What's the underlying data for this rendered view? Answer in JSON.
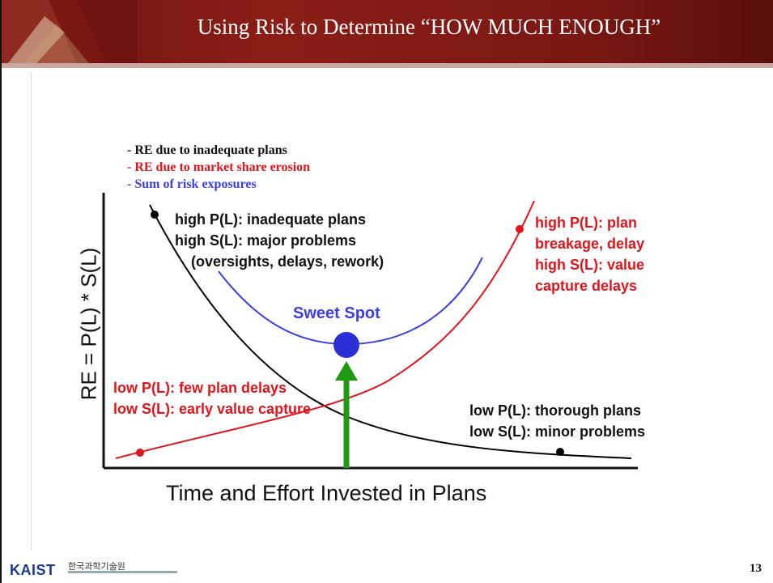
{
  "slide": {
    "title": "Using Risk to Determine “HOW MUCH ENOUGH”",
    "page_number": "13",
    "logo_text": "KAIST",
    "logo_korean": "한국과학기술원"
  },
  "legend": [
    {
      "text": "- RE due to inadequate plans",
      "color": "#111111"
    },
    {
      "text": "- RE due to market share erosion",
      "color": "#e0141a"
    },
    {
      "text": "- Sum of risk exposures",
      "color": "#3b3fe0"
    }
  ],
  "diagram": {
    "y_axis_label": "RE = P(L) * S(L)",
    "x_axis_label": "Time and Effort Invested in Plans",
    "sweet_spot_label": "Sweet Spot",
    "annotations": {
      "top_left": [
        "high P(L):  inadequate plans",
        "high S(L):  major problems",
        "(oversights, delays, rework)"
      ],
      "top_right": [
        "high P(L): plan",
        "breakage, delay",
        "high S(L): value",
        "capture delays"
      ],
      "bottom_left": [
        "low P(L): few plan delays",
        "low S(L): early value capture"
      ],
      "bottom_right": [
        "low P(L):  thorough plans",
        "low S(L):  minor problems"
      ]
    },
    "colors": {
      "inadequate_plans_curve": "#000000",
      "market_erosion_curve": "#e0141a",
      "sum_curve": "#3b3fe0",
      "sweet_spot_marker": "#2a2fd6",
      "arrow": "#1f9a12"
    }
  }
}
